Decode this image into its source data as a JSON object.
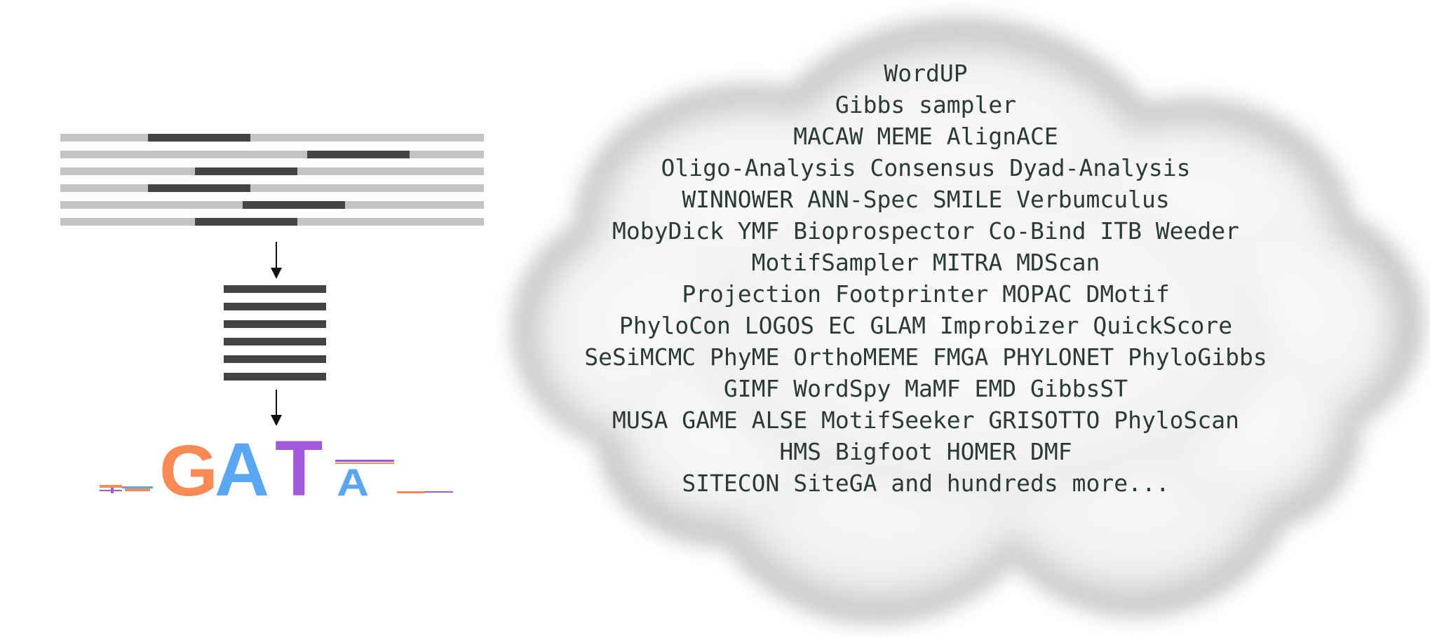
{
  "pipeline": {
    "sequence_count": 6,
    "motif_count": 6,
    "logo_letters": [
      {
        "letter": "G",
        "color": "#fa8a55"
      },
      {
        "letter": "A",
        "color": "#5aa6f2"
      },
      {
        "letter": "T",
        "color": "#a259d9"
      },
      {
        "letter": "A",
        "color": "#5aa6f2"
      }
    ]
  },
  "cloud": {
    "lines": [
      "WordUP",
      "Gibbs sampler",
      "MACAW MEME AlignACE",
      "Oligo-Analysis Consensus Dyad-Analysis",
      "WINNOWER ANN-Spec SMILE Verbumculus",
      "MobyDick YMF Bioprospector Co-Bind ITB Weeder",
      "MotifSampler MITRA MDScan",
      "Projection Footprinter MOPAC DMotif",
      "PhyloCon LOGOS EC GLAM Improbizer QuickScore",
      "SeSiMCMC PhyME OrthoMEME FMGA PHYLONET PhyloGibbs",
      "GIMF WordSpy MaMF EMD GibbsST",
      "MUSA GAME ALSE MotifSeeker GRISOTTO PhyloScan",
      "HMS Bigfoot HOMER DMF",
      "SITECON SiteGA and hundreds more..."
    ]
  },
  "colors": {
    "sequence": "#c4c4c4",
    "motif": "#444444",
    "arrow": "#111111",
    "text": "#2b3a39",
    "cloud_fill": "#f6f6f6",
    "cloud_edge": "#c9c9c9"
  }
}
